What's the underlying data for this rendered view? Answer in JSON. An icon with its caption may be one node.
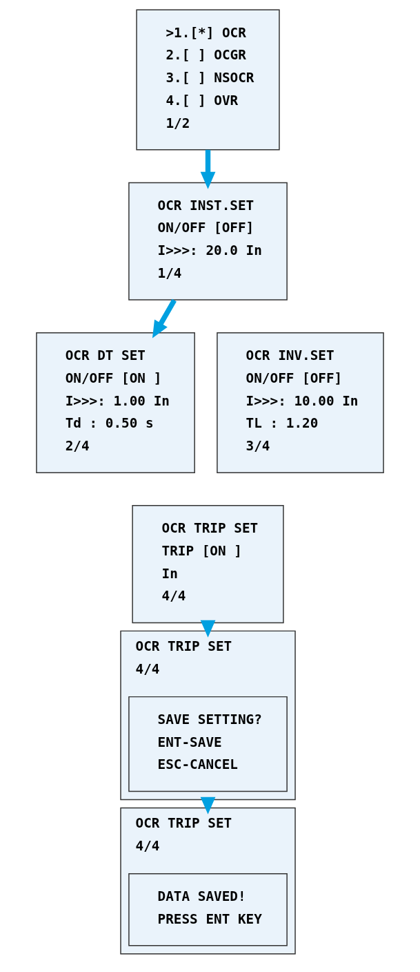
{
  "diagram": {
    "nodes": [
      {
        "text": [
          ">1.[*] OCR",
          "2.[ ] OCGR",
          "3.[ ] NSOCR",
          "4.[ ] OVR",
          "1/2"
        ]
      },
      {
        "text": [
          "OCR INST.SET",
          "ON/OFF [OFF]",
          "I>>>: 20.0 In",
          "1/4"
        ]
      },
      {
        "text": [
          "OCR DT SET",
          "ON/OFF [ON ]",
          "I>>>: 1.00 In",
          "Td : 0.50 s",
          "2/4"
        ]
      },
      {
        "text": [
          "OCR INV.SET",
          "ON/OFF [OFF]",
          "I>>>: 10.00 In",
          "TL : 1.20",
          "3/4"
        ]
      },
      {
        "text": [
          "OCR TRIP SET",
          "TRIP [ON ]",
          "In",
          "4/4"
        ]
      },
      {
        "text": [
          "OCR TRIP SET",
          "4/4"
        ]
      },
      {
        "text": [
          "SAVE SETTING?",
          "ENT-SAVE",
          "ESC-CANCEL"
        ],
        "in": 5
      },
      {
        "text": [
          "OCR TRIP SET",
          "4/4"
        ]
      },
      {
        "text": [
          "DATA SAVED!",
          "PRESS ENT KEY"
        ],
        "in": 7
      }
    ],
    "edges": [
      {
        "from": 0,
        "to": 1,
        "arrow": "to",
        "color": "#00a0e0"
      },
      {
        "from": 1,
        "to": 2,
        "arrow": "to",
        "color": "#00a0e0"
      },
      {
        "from": 4,
        "to": 5,
        "arrow": "to",
        "color": "#00a0e0"
      },
      {
        "from": 5,
        "to": 7,
        "arrow": "to",
        "color": "#00a0e0"
      }
    ]
  }
}
